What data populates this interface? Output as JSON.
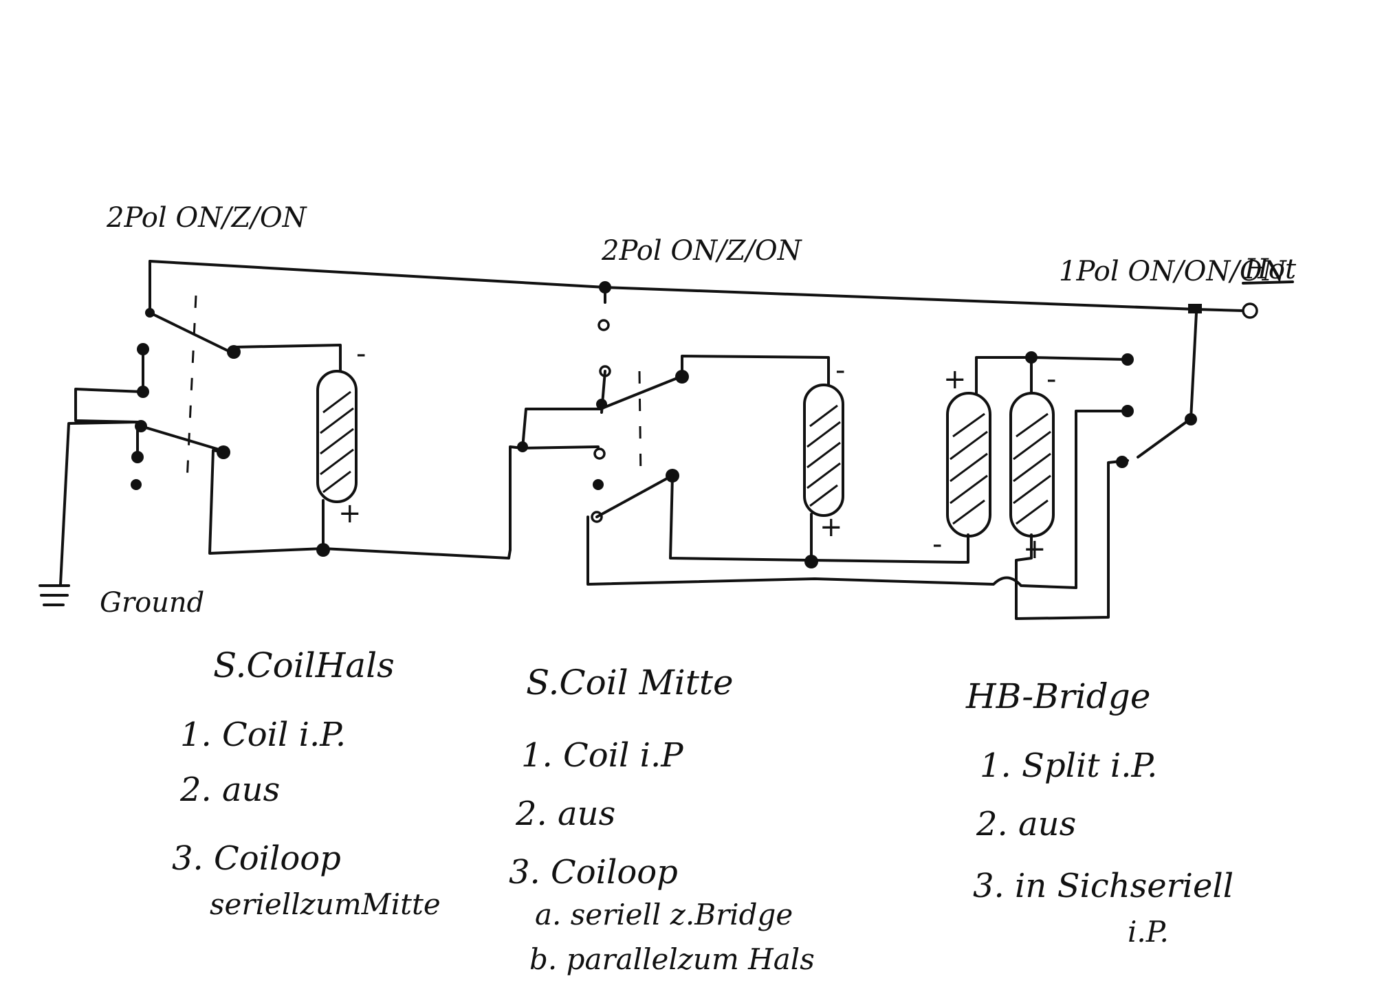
{
  "switches": {
    "neck_switch_label": "2Pol ON/Z/ON",
    "middle_switch_label": "2Pol ON/Z/ON",
    "bridge_switch_label": "1Pol ON/ON/ON",
    "hot_label": "Hot",
    "ground_label": "Ground"
  },
  "polarity": {
    "plus": "+",
    "minus": "-"
  },
  "columns": {
    "neck": {
      "title": "S.CoilHals",
      "items": [
        "1. Coil i.P.",
        "2. aus",
        "3. Coiloop"
      ],
      "note": "seriellzumMitte"
    },
    "middle": {
      "title": "S.Coil Mitte",
      "items": [
        "1. Coil i.P",
        "2. aus",
        "3. Coiloop"
      ],
      "notes": [
        "a. seriell z.Bridge",
        "b. parallelzum Hals"
      ]
    },
    "bridge": {
      "title": "HB-Bridge",
      "items": [
        "1. Split i.P.",
        "2. aus",
        "3. in Sichseriell"
      ],
      "note": "i.P."
    }
  }
}
